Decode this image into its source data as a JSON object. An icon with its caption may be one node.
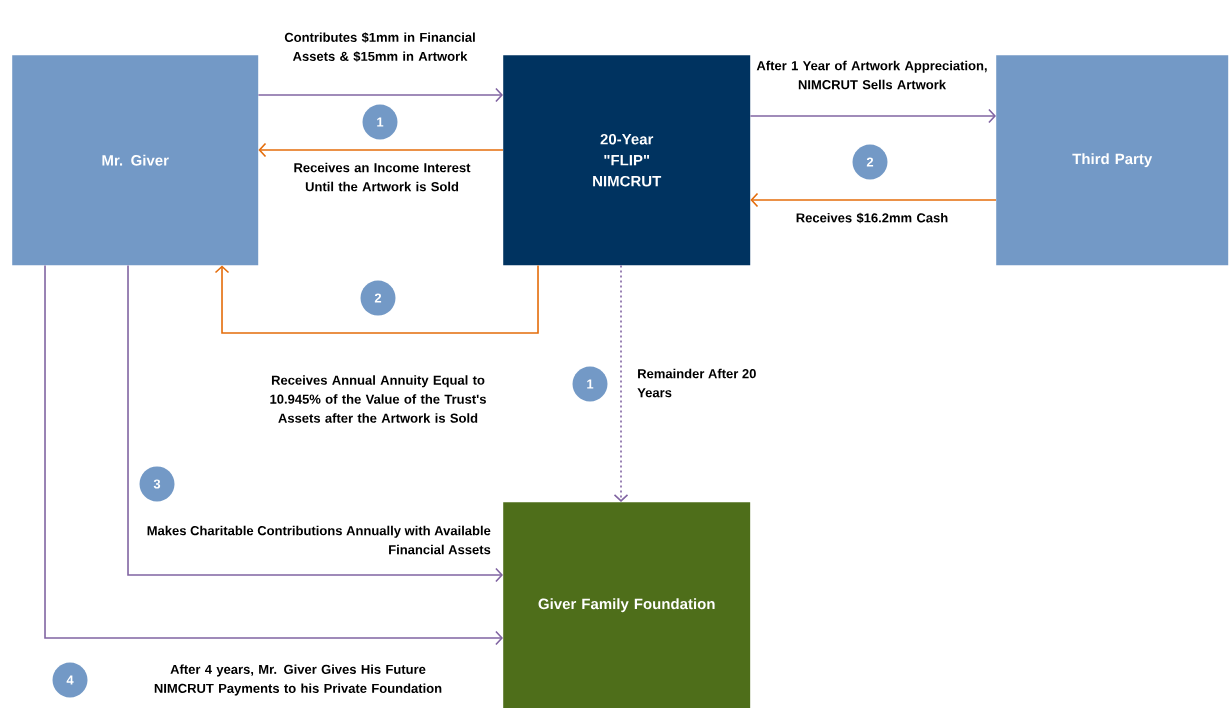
{
  "diagram": {
    "nodes": [
      {
        "text": [
          "Mr. Giver"
        ]
      },
      {
        "text": [
          "20-Year \"FLIP\" NIMCRUT"
        ]
      },
      {
        "text": [
          "Third Party"
        ]
      },
      {
        "text": [
          "Giver Family Foundation"
        ]
      },
      {
        "text": [
          "1"
        ]
      },
      {
        "text": [
          "2"
        ]
      },
      {
        "text": [
          "2"
        ]
      },
      {
        "text": [
          "1"
        ]
      },
      {
        "text": [
          "3"
        ]
      },
      {
        "text": [
          "4"
        ]
      }
    ],
    "edges": [
      {
        "from": 0,
        "to": 1,
        "arrow": "to",
        "label": "Contributes $1mm in Financial Assets & $15mm in Artwork"
      },
      {
        "from": 1,
        "to": 0,
        "arrow": "to",
        "label": "Receives an Income Interest Until the Artwork is Sold",
        "color": "#e46c0a"
      },
      {
        "from": 1,
        "to": 2,
        "arrow": "to",
        "label": "After 1 Year of Artwork Appreciation, NIMCRUT Sells Artwork"
      },
      {
        "from": 2,
        "to": 1,
        "arrow": "to",
        "label": "Receives $16.2mm Cash",
        "color": "#e46c0a"
      },
      {
        "from": 1,
        "to": 0,
        "arrow": "to",
        "label": "Receives Annual Annuity Equal to 10.945% of the Value of the Trust's Assets after the Artwork is Sold",
        "color": "#e46c0a"
      },
      {
        "from": 1,
        "to": 3,
        "arrow": "to",
        "label": "Remainder After 20 Years",
        "style": "dashed"
      },
      {
        "from": 0,
        "to": 3,
        "arrow": "to",
        "label": "Makes Charitable Contributions Annually with Available Financial Assets"
      },
      {
        "from": 0,
        "to": 3,
        "arrow": "to",
        "label": "After 4 years, Mr. Giver Gives His Future NIMCRUT Payments to his Private Foundation"
      }
    ]
  }
}
